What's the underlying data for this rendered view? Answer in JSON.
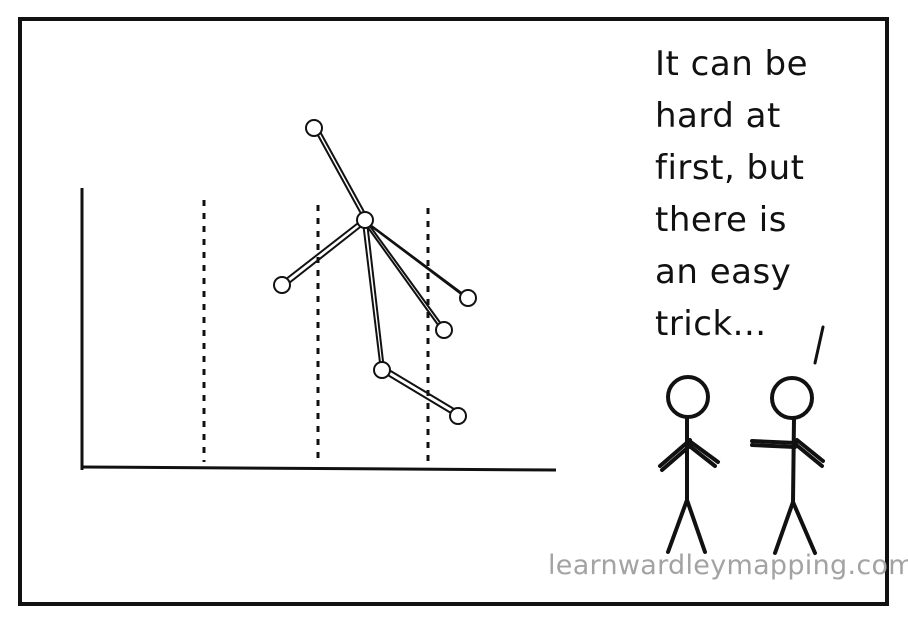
{
  "speech_lines": [
    "It can be",
    "hard at",
    "first, but",
    "there is",
    "an easy",
    "trick..."
  ],
  "watermark": "learnwardleymapping.com",
  "colors": {
    "ink": "#111111",
    "watermark": "#a3a3a3",
    "background": "#ffffff"
  }
}
